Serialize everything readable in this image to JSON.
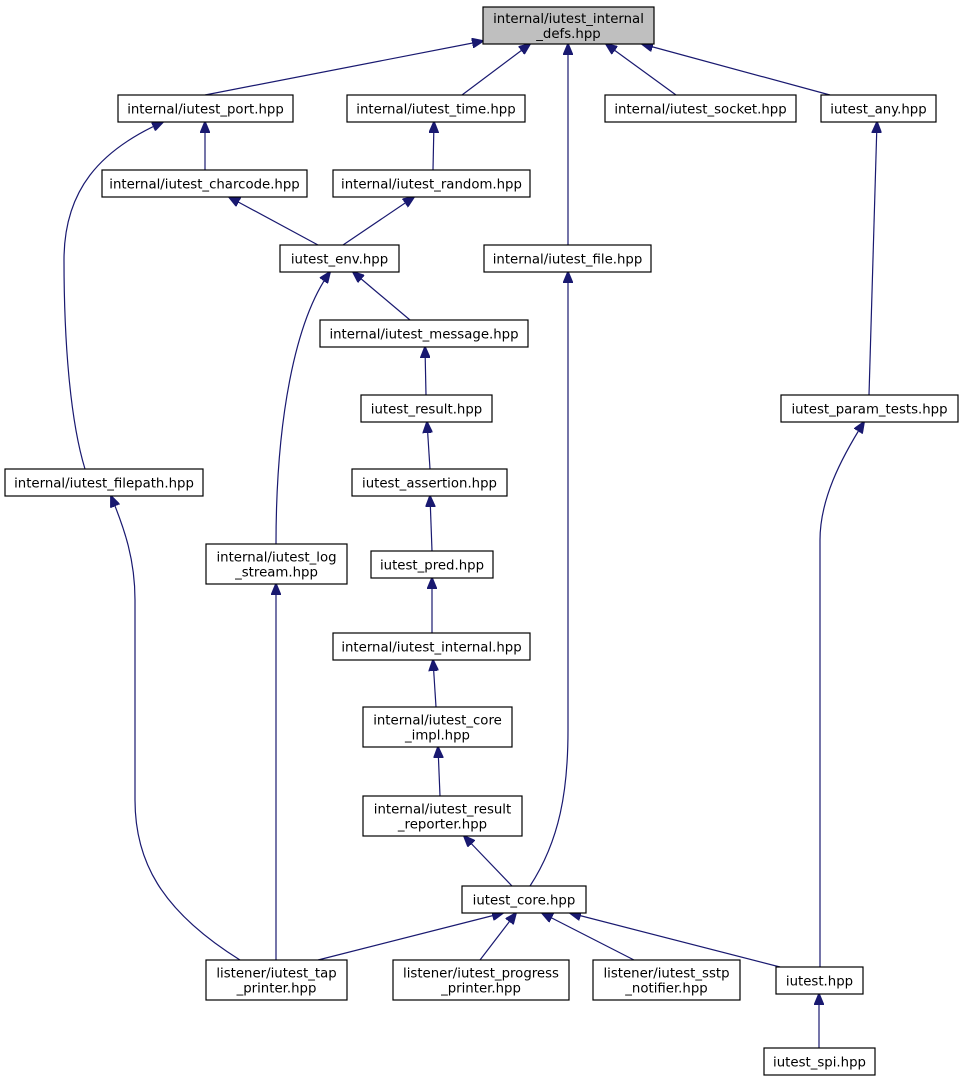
{
  "diagram": {
    "nodes": {
      "defs": [
        "internal/iutest_internal",
        "_defs.hpp"
      ],
      "port": [
        "internal/iutest_port.hpp"
      ],
      "time": [
        "internal/iutest_time.hpp"
      ],
      "socket": [
        "internal/iutest_socket.hpp"
      ],
      "any": [
        "iutest_any.hpp"
      ],
      "charcode": [
        "internal/iutest_charcode.hpp"
      ],
      "random": [
        "internal/iutest_random.hpp"
      ],
      "env": [
        "iutest_env.hpp"
      ],
      "file": [
        "internal/iutest_file.hpp"
      ],
      "message": [
        "internal/iutest_message.hpp"
      ],
      "result": [
        "iutest_result.hpp"
      ],
      "param_tests": [
        "iutest_param_tests.hpp"
      ],
      "filepath": [
        "internal/iutest_filepath.hpp"
      ],
      "assertion": [
        "iutest_assertion.hpp"
      ],
      "log_stream": [
        "internal/iutest_log",
        "_stream.hpp"
      ],
      "pred": [
        "iutest_pred.hpp"
      ],
      "internal": [
        "internal/iutest_internal.hpp"
      ],
      "core_impl": [
        "internal/iutest_core",
        "_impl.hpp"
      ],
      "result_reporter": [
        "internal/iutest_result",
        "_reporter.hpp"
      ],
      "core": [
        "iutest_core.hpp"
      ],
      "tap_printer": [
        "listener/iutest_tap",
        "_printer.hpp"
      ],
      "progress_printer": [
        "listener/iutest_progress",
        "_printer.hpp"
      ],
      "sstp_notifier": [
        "listener/iutest_sstp",
        "_notifier.hpp"
      ],
      "iutest": [
        "iutest.hpp"
      ],
      "spi": [
        "iutest_spi.hpp"
      ]
    },
    "root_node": "defs",
    "edges": [
      {
        "from": "port",
        "to": "defs"
      },
      {
        "from": "time",
        "to": "defs"
      },
      {
        "from": "file",
        "to": "defs"
      },
      {
        "from": "socket",
        "to": "defs"
      },
      {
        "from": "any",
        "to": "defs"
      },
      {
        "from": "charcode",
        "to": "port"
      },
      {
        "from": "filepath",
        "to": "port"
      },
      {
        "from": "random",
        "to": "time"
      },
      {
        "from": "env",
        "to": "charcode"
      },
      {
        "from": "env",
        "to": "random"
      },
      {
        "from": "message",
        "to": "env"
      },
      {
        "from": "log_stream",
        "to": "env"
      },
      {
        "from": "result",
        "to": "message"
      },
      {
        "from": "assertion",
        "to": "result"
      },
      {
        "from": "pred",
        "to": "assertion"
      },
      {
        "from": "internal",
        "to": "pred"
      },
      {
        "from": "core_impl",
        "to": "internal"
      },
      {
        "from": "result_reporter",
        "to": "core_impl"
      },
      {
        "from": "core",
        "to": "result_reporter"
      },
      {
        "from": "core",
        "to": "file"
      },
      {
        "from": "param_tests",
        "to": "any"
      },
      {
        "from": "iutest",
        "to": "param_tests"
      },
      {
        "from": "tap_printer",
        "to": "filepath"
      },
      {
        "from": "tap_printer",
        "to": "log_stream"
      },
      {
        "from": "tap_printer",
        "to": "core"
      },
      {
        "from": "progress_printer",
        "to": "core"
      },
      {
        "from": "sstp_notifier",
        "to": "core"
      },
      {
        "from": "iutest",
        "to": "core"
      },
      {
        "from": "spi",
        "to": "iutest"
      }
    ]
  }
}
